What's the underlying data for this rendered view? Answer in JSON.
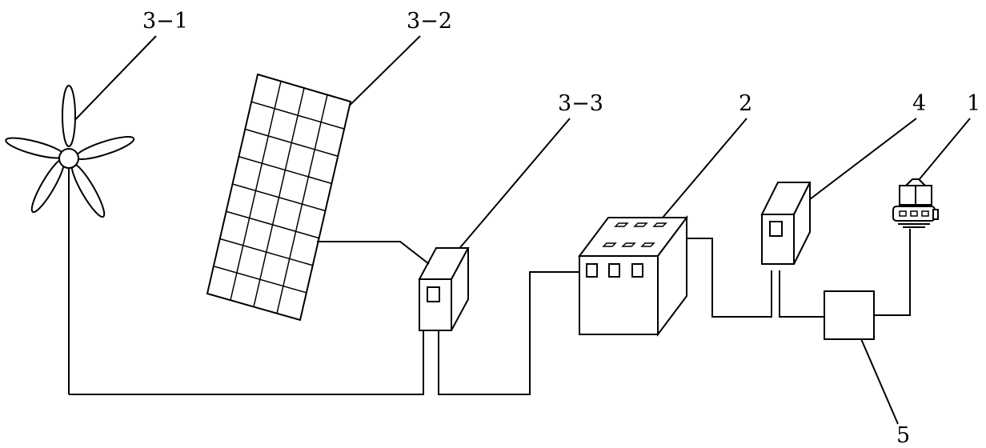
{
  "labels": {
    "wind_turbine": "3−1",
    "solar_panel": "3−2",
    "controller": "3−3",
    "battery_unit": "2",
    "cabinet": "4",
    "lamp": "1",
    "junction": "5"
  },
  "colors": {
    "stroke": "#000000",
    "background": "#ffffff"
  }
}
